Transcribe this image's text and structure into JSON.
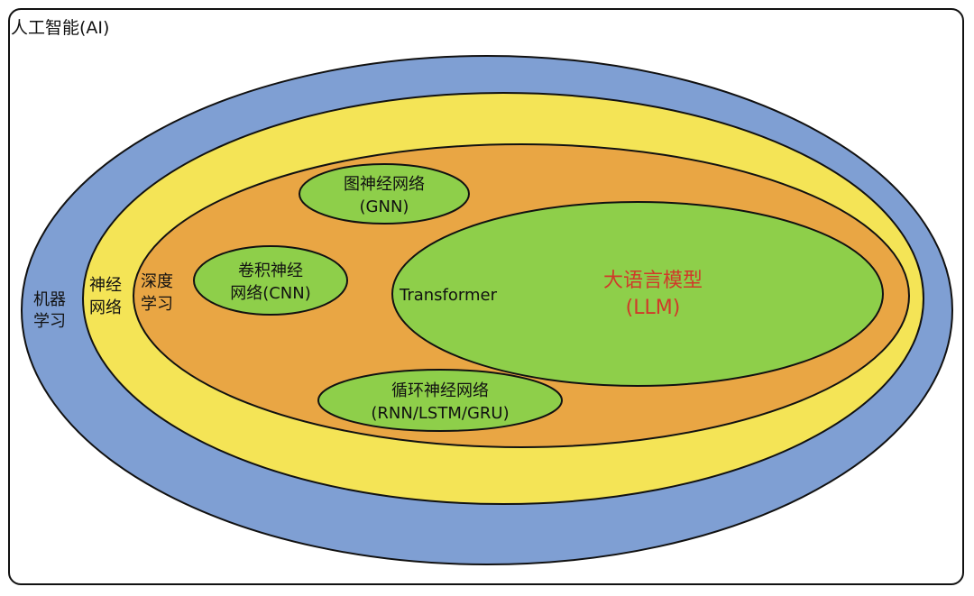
{
  "frame": {
    "title": "人工智能(AI)"
  },
  "layers": {
    "ml": {
      "line1": "机器",
      "line2": "学习"
    },
    "nn": {
      "line1": "神经",
      "line2": "网络"
    },
    "dl": {
      "line1": "深度",
      "line2": "学习"
    }
  },
  "nodes": {
    "gnn": {
      "line1": "图神经网络",
      "line2": "(GNN)"
    },
    "cnn": {
      "line1": "卷积神经",
      "line2": "网络(CNN)"
    },
    "rnn": {
      "line1": "循环神经网络",
      "line2": "(RNN/LSTM/GRU)"
    },
    "transformer": {
      "label": "Transformer"
    },
    "llm": {
      "line1": "大语言模型",
      "line2": "(LLM)"
    }
  },
  "colors": {
    "ml": "#7f9fd3",
    "nn": "#f4e456",
    "dl": "#e9a644",
    "node": "#8ecf4a",
    "llm_text": "#d03a2a",
    "stroke": "#111111"
  }
}
